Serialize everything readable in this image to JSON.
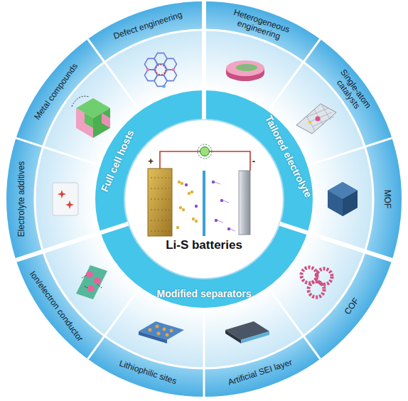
{
  "diagram": {
    "nodes": [
      {
        "text": [
          "Li-S batteries"
        ]
      },
      {
        "text": [
          "Full cell hosts"
        ]
      },
      {
        "text": [
          "Tailored electrolyte"
        ]
      },
      {
        "text": [
          "Modified separators"
        ]
      },
      {
        "text": [
          "Heterogeneous engineering"
        ]
      },
      {
        "text": [
          "Single-atom catalysts"
        ]
      },
      {
        "text": [
          "MOF"
        ]
      },
      {
        "text": [
          "COF"
        ]
      },
      {
        "text": [
          "Artificial SEI layer"
        ]
      },
      {
        "text": [
          "Lithiophilic sites"
        ]
      },
      {
        "text": [
          "Ion/electron conductor"
        ]
      },
      {
        "text": [
          "Electrolyte additives"
        ]
      },
      {
        "text": [
          "Metal compounds"
        ]
      },
      {
        "text": [
          "Defect engineering"
        ]
      }
    ],
    "labels": [
      "+",
      "-"
    ]
  }
}
